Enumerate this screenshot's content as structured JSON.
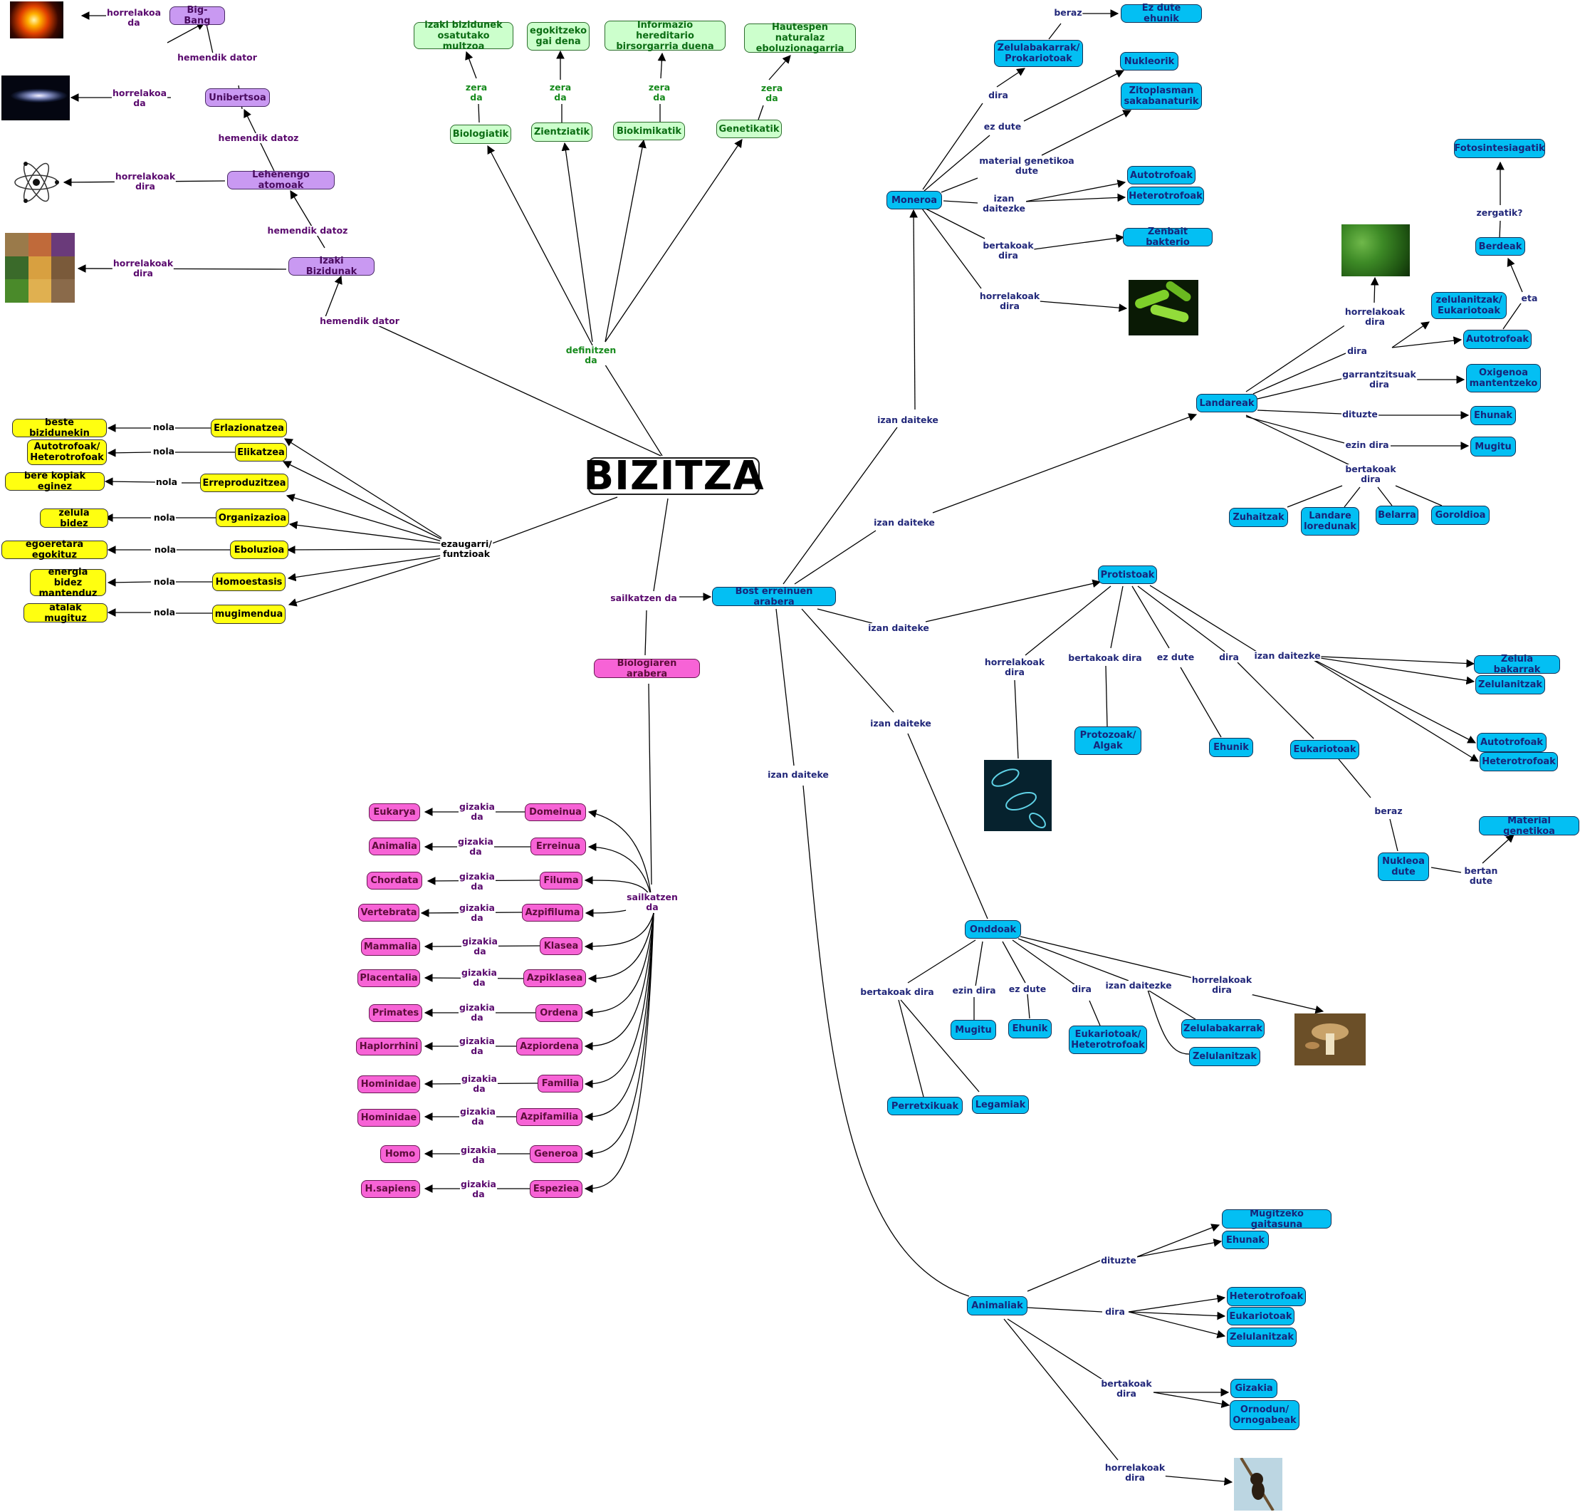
{
  "main_title": "BIZITZA",
  "origin": {
    "big_bang": "Big-Bang",
    "unibertsoa": "Unibertsoa",
    "lehenengo_atomoak": "Lehenengo atomoak",
    "izaki_bizidunak": "Izaki Bizidunak",
    "horrelakoa_da": "horrelakoa\nda",
    "horrelakoak_dira": "horrelakoak\ndira",
    "hemendik_dator": "hemendik dator",
    "hemendik_datoz": "hemendik datoz"
  },
  "definition": {
    "label": "definitzen\nda",
    "zera_da": "zera\nda",
    "biologiatik": "Biologiatik",
    "zientziatik": "Zientziatik",
    "biokimikatik": "Biokimikatik",
    "genetikatik": "Genetikatik",
    "def_biologia": "izaki bizidunek\nosatutako multzoa",
    "def_zientzia": "egokitzeko\ngai dena",
    "def_biokimika": "Informazio hereditario\nbirsorgarria duena",
    "def_genetika": "Hautespen naturalaz\neboluzionagarria"
  },
  "features": {
    "label": "ezaugarri/\nfuntzioak",
    "nola": "nola",
    "items": [
      {
        "name": "Erlazionatzea",
        "how": "beste bizidunekin"
      },
      {
        "name": "Elikatzea",
        "how": "Autotrofoak/\nHeterotrofoak"
      },
      {
        "name": "Erreproduzitzea",
        "how": "bere kopiak eginez"
      },
      {
        "name": "Organizazioa",
        "how": "zelula bidez"
      },
      {
        "name": "Eboluzioa",
        "how": "egoeretara egokituz"
      },
      {
        "name": "Homoestasis",
        "how": "energia bidez\nmantenduz"
      },
      {
        "name": "mugimendua",
        "how": "atalak mugituz"
      }
    ]
  },
  "classification": {
    "sailkatzen_da": "sailkatzen da",
    "sailkatzen_da_2": "sailkatzen\nda",
    "biologiaren_arabera": "Biologiaren arabera",
    "bost_erreinuen": "Bost erreinuen arabera",
    "gizakia_da": "gizakia\nda",
    "taxonomy": [
      {
        "rank": "Domeinua",
        "value": "Eukarya"
      },
      {
        "rank": "Erreinua",
        "value": "Animalia"
      },
      {
        "rank": "Filuma",
        "value": "Chordata"
      },
      {
        "rank": "Azpifiluma",
        "value": "Vertebrata"
      },
      {
        "rank": "Klasea",
        "value": "Mammalia"
      },
      {
        "rank": "Azpiklasea",
        "value": "Placentalia"
      },
      {
        "rank": "Ordena",
        "value": "Primates"
      },
      {
        "rank": "Azpiordena",
        "value": "Haplorrhini"
      },
      {
        "rank": "Familia",
        "value": "Hominidae"
      },
      {
        "rank": "Azpifamilia",
        "value": "Hominidae"
      },
      {
        "rank": "Generoa",
        "value": "Homo"
      },
      {
        "rank": "Espeziea",
        "value": "H.sapiens"
      }
    ]
  },
  "kingdoms": {
    "izan_daiteke": "izan daiteke",
    "moneroa": {
      "name": "Moneroa",
      "dira": "dira",
      "zelulabakarrak": "Zelulabakarrak/\nProkariotoak",
      "beraz": "beraz",
      "ez_dute_ehunik": "Ez dute ehunik",
      "ez_dute": "ez dute",
      "nukleorik": "Nukleorik",
      "material_genetikoa_dute": "material genetikoa\ndute",
      "zitoplasman": "Zitoplasman\nsakabanaturik",
      "izan_daitezke": "izan\ndaitezke",
      "autotrofoak": "Autotrofoak",
      "heterotrofoak": "Heterotrofoak",
      "bertakoak_dira": "bertakoak\ndira",
      "zenbait_bakterio": "Zenbait bakterio",
      "horrelakoak_dira": "horrelakoak\ndira"
    },
    "landareak": {
      "name": "Landareak",
      "horrelakoak_dira": "horrelakoak\ndira",
      "dira": "dira",
      "zelulanitzak": "zelulanitzak/\nEukariotoak",
      "autotrofoak": "Autotrofoak",
      "eta": "eta",
      "berdeak": "Berdeak",
      "zergatik": "zergatik?",
      "fotosintesiagatik": "Fotosintesiagatik",
      "garrantzitsuak_dira": "garrantzitsuak\ndira",
      "oxigenoa": "Oxigenoa\nmantentzeko",
      "dituzte": "dituzte",
      "ehunak": "Ehunak",
      "ezin_dira": "ezin dira",
      "mugitu": "Mugitu",
      "bertakoak_dira": "bertakoak\ndira",
      "zuhaitzak": "Zuhaitzak",
      "landare_loredunak": "Landare\nloredunak",
      "belarra": "Belarra",
      "goroldioa": "Goroldioa"
    },
    "protistoak": {
      "name": "Protistoak",
      "horrelakoak_dira": "horrelakoak\ndira",
      "bertakoak_dira": "bertakoak dira",
      "protozoak": "Protozoak/\nAlgak",
      "ez_dute": "ez dute",
      "ehunik": "Ehunik",
      "dira": "dira",
      "eukariotoak": "Eukariotoak",
      "beraz": "beraz",
      "nukleoa_dute": "Nukleoa\ndute",
      "bertan_dute": "bertan\ndute",
      "material_genetikoa": "Material genetikoa",
      "izan_daitezke": "izan daitezke",
      "zelula_bakarrak": "Zelula bakarrak",
      "zelulanitzak": "Zelulanitzak",
      "autotrofoak": "Autotrofoak",
      "heterotrofoak": "Heterotrofoak"
    },
    "onddoak": {
      "name": "Onddoak",
      "bertakoak_dira": "bertakoak dira",
      "perretxikuak": "Perretxikuak",
      "legamiak": "Legamiak",
      "ezin_dira": "ezin dira",
      "mugitu": "Mugitu",
      "ez_dute": "ez dute",
      "ehunik": "Ehunik",
      "dira": "dira",
      "eukariotoak": "Eukariotoak/\nHeterotrofoak",
      "izan_daitezke": "izan daitezke",
      "zelulabakarrak": "Zelulabakarrak",
      "zelulanitzak": "Zelulanitzak",
      "horrelakoak_dira": "horrelakoak\ndira"
    },
    "animaliak": {
      "name": "Animaliak",
      "dituzte": "dituzte",
      "mugitzeko": "Mugitzeko gaitasuna",
      "ehunak": "Ehunak",
      "dira": "dira",
      "heterotrofoak": "Heterotrofoak",
      "eukariotoak": "Eukariotoak",
      "zelulanitzak": "Zelulanitzak",
      "bertakoak_dira": "bertakoak\ndira",
      "gizakia": "Gizakia",
      "ornodun": "Ornodun/\nOrnogabeak",
      "horrelakoak_dira": "horrelakoak\ndira"
    }
  },
  "colors": {
    "violet": "#c999f2",
    "yellow": "#ffff10",
    "green": "#ccffcc",
    "blue": "#03bff3",
    "pink": "#f763d6"
  },
  "images": [
    "explosion-image",
    "galaxy-image",
    "atom-image",
    "living-beings-collage",
    "bacteria-image",
    "leaves-image",
    "paramecium-image",
    "mushroom-image",
    "chimpanzee-image"
  ]
}
